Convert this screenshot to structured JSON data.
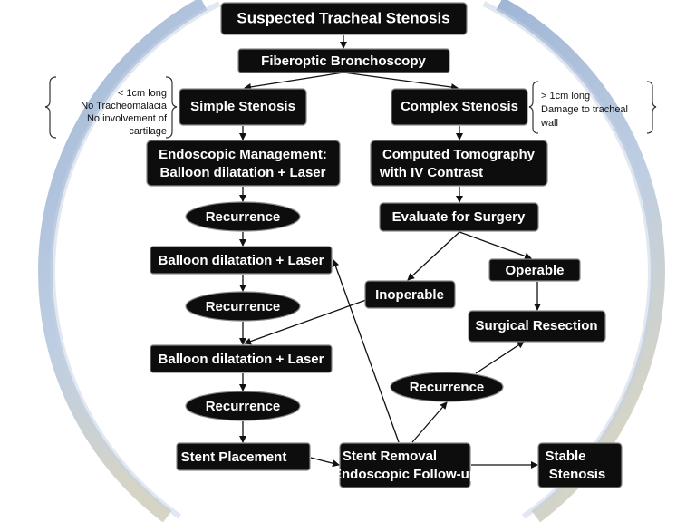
{
  "nodes": {
    "title": "Suspected Tracheal Stenosis",
    "bronchoscopy": "Fiberoptic Bronchoscopy",
    "simple": "Simple Stenosis",
    "complex": "Complex Stenosis",
    "endoscopic_line1": "Endoscopic Management:",
    "endoscopic_line2": "Balloon dilatation + Laser",
    "ct_line1": "Computed Tomography",
    "ct_line2": "with IV Contrast",
    "recurrence1": "Recurrence",
    "evaluate": "Evaluate for Surgery",
    "balloon1": "Balloon dilatation + Laser",
    "operable": "Operable",
    "inoperable": "Inoperable",
    "recurrence2": "Recurrence",
    "surgical": "Surgical Resection",
    "balloon2": "Balloon dilatation + Laser",
    "recurrence3": "Recurrence",
    "recurrence4": "Recurrence",
    "stent": "Stent Placement",
    "removal_line1": "Stent Removal",
    "removal_line2": "Endoscopic Follow-up",
    "stable_line1": "Stable",
    "stable_line2": "Stenosis"
  },
  "notes": {
    "simple": [
      "< 1cm long",
      "No Tracheomalacia",
      "No involvement of",
      "cartilage"
    ],
    "complex": [
      "> 1cm long",
      "Damage to tracheal",
      "wall"
    ]
  },
  "colors": {
    "node_fill": "#0d0d0d",
    "ring": "#9fb6d4"
  }
}
